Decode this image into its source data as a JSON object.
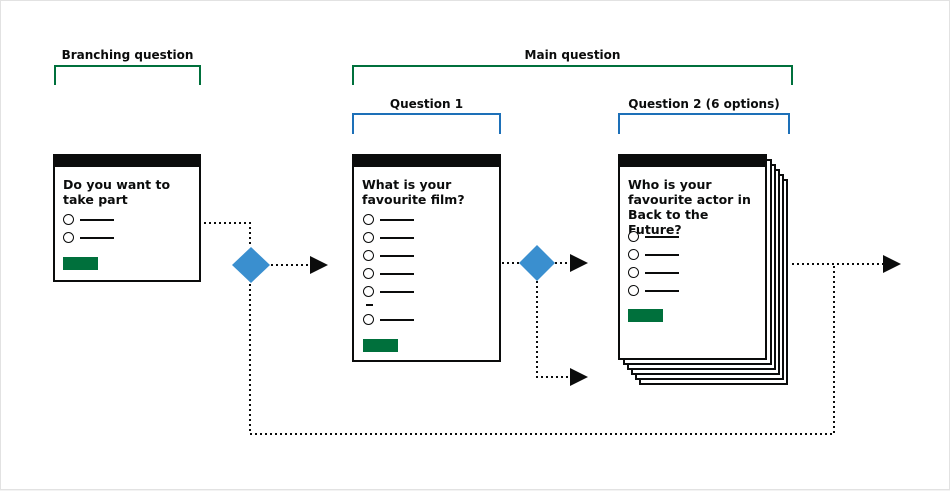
{
  "labels": {
    "branching": "Branching question",
    "main": "Main question",
    "q1": "Question 1",
    "q2": "Question 2 (6 options)"
  },
  "cards": {
    "branching": {
      "title": "Do you want to take part",
      "options": 2
    },
    "question1": {
      "title": "What is your favourite film?",
      "options": 6
    },
    "question2": {
      "title": "Who is your favourite actor in Back to the Future?",
      "options": 4,
      "stacked_pages": 6
    }
  },
  "colors": {
    "bracket_green": "#00703c",
    "bracket_blue": "#1d70b8",
    "decision_diamond": "#3a8fcf",
    "button_green": "#00703c",
    "ink": "#0b0c0c"
  }
}
